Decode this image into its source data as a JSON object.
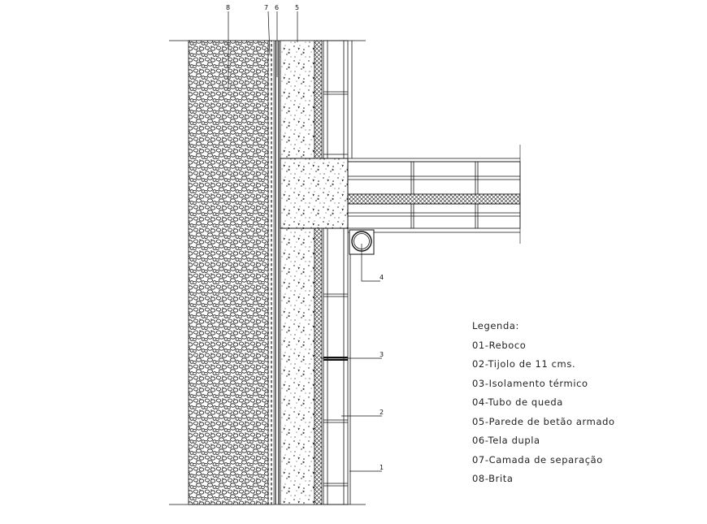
{
  "callouts": [
    {
      "id": "8",
      "label": "8"
    },
    {
      "id": "7",
      "label": "7"
    },
    {
      "id": "6",
      "label": "6"
    },
    {
      "id": "5",
      "label": "5"
    },
    {
      "id": "4",
      "label": "4"
    },
    {
      "id": "3",
      "label": "3"
    },
    {
      "id": "2",
      "label": "2"
    },
    {
      "id": "1",
      "label": "1"
    }
  ],
  "legend": {
    "title": "Legenda:",
    "items": [
      "01-Reboco",
      "02-Tijolo de 11 cms.",
      "03-Isolamento térmico",
      "04-Tubo de queda",
      "05-Parede de betão armado",
      "06-Tela dupla",
      "07-Camada de separação",
      "08-Brita"
    ]
  },
  "colors": {
    "line": "#111111",
    "background": "#ffffff"
  }
}
